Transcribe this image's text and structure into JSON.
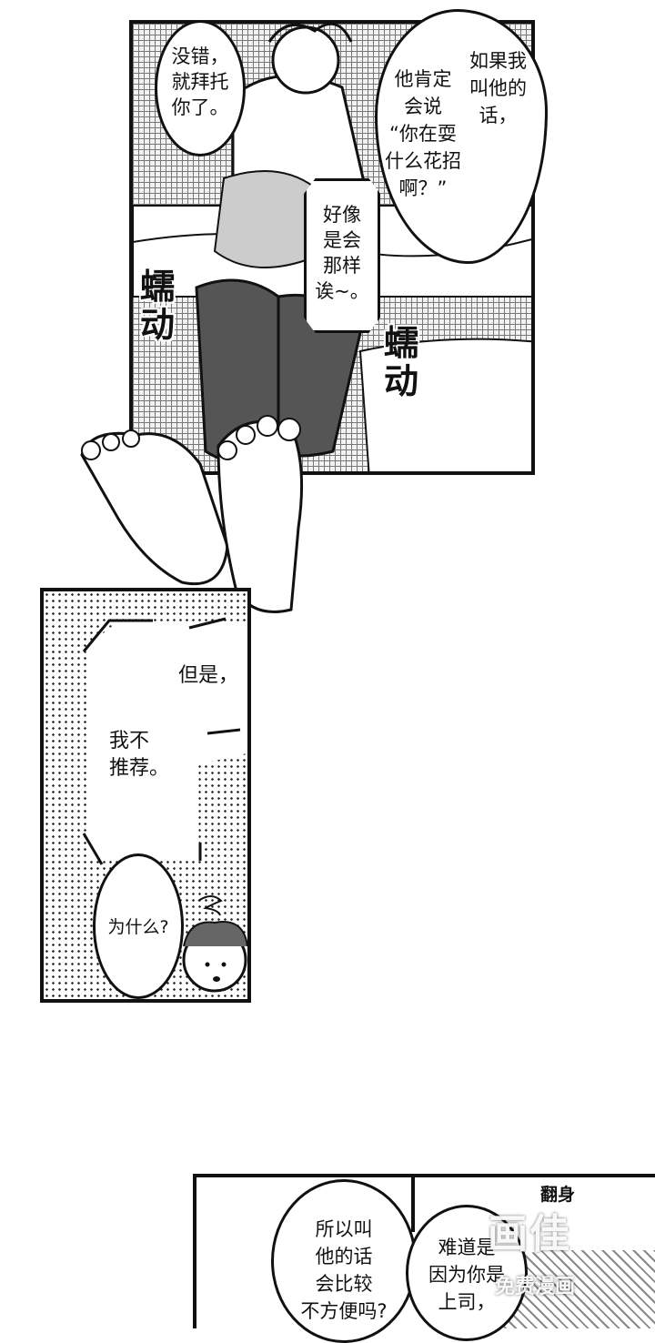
{
  "panel1": {
    "bubble_left": "没错，\n就拜托\n你了。",
    "bubble_right_a": "如果我\n叫他的\n话，",
    "bubble_right_b": "他肯定\n会说\n“你在耍\n什么花招\n啊？”",
    "bubble_center": "好像\n是会\n那样\n诶~。",
    "sfx_left": "蠕\n动",
    "sfx_right": "蠕\n动"
  },
  "panel2": {
    "text_top": "但是，",
    "text_mid": "我不\n推荐。",
    "bubble": "为什么?"
  },
  "panel3": {
    "sfx": "翻身",
    "bubble_left": "所以叫\n他的话\n会比较\n不方便吗?",
    "bubble_right": "难道是\n因为你是\n上司，"
  },
  "watermark": {
    "logo": "画佳",
    "caption": "免费漫画"
  }
}
